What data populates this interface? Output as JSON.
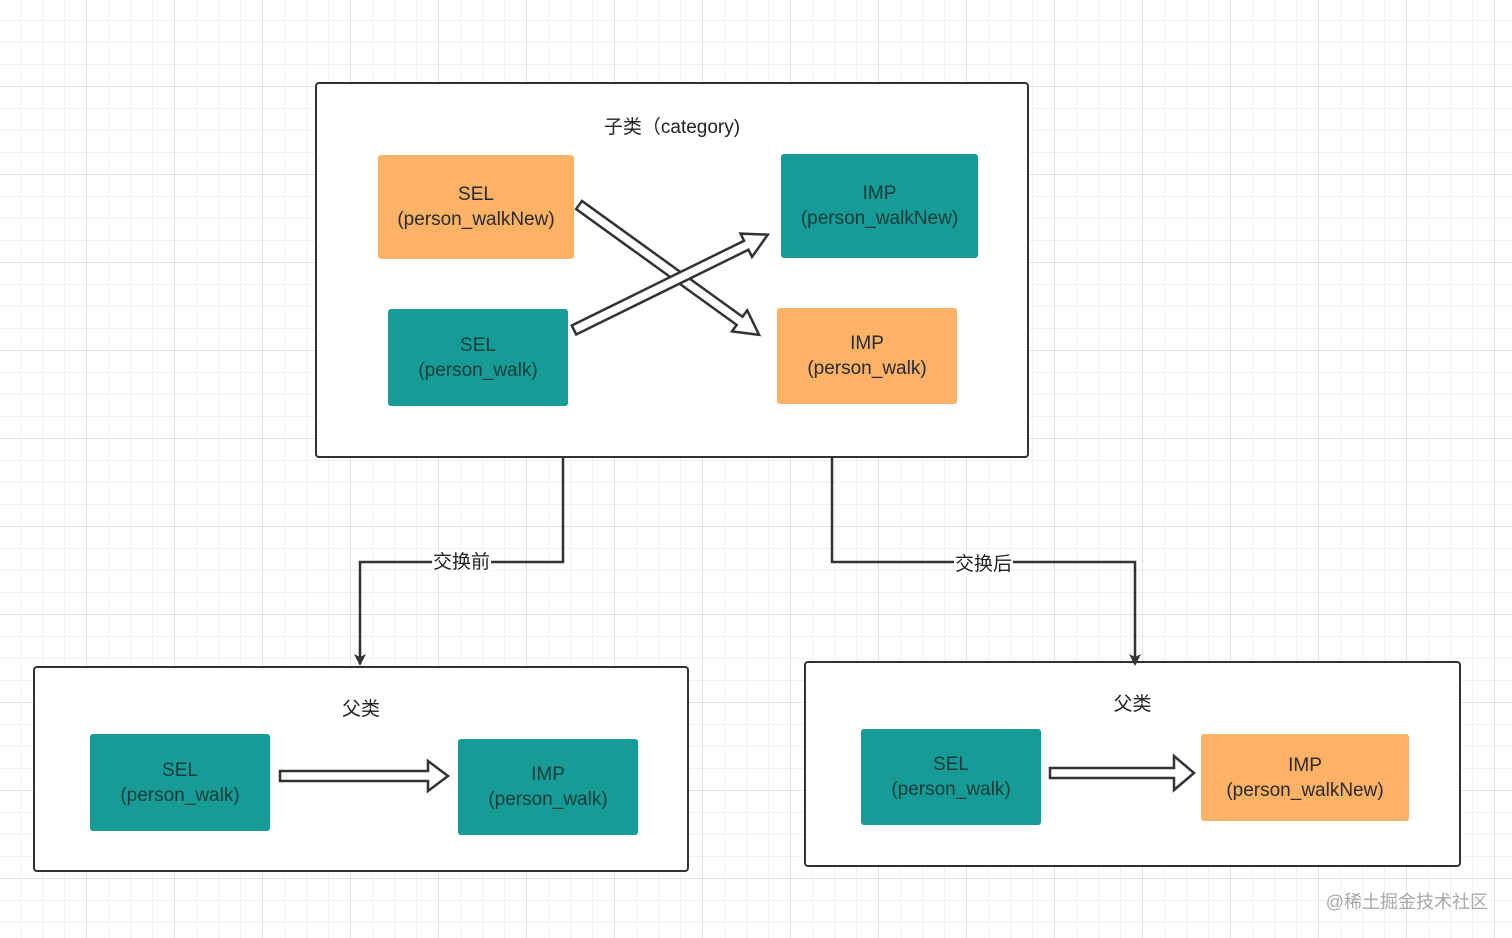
{
  "category": {
    "title": "子类（category)",
    "sel_top": {
      "line1": "SEL",
      "line2": "(person_walkNew)"
    },
    "imp_top": {
      "line1": "IMP",
      "line2": "(person_walkNew)"
    },
    "sel_bottom": {
      "line1": "SEL",
      "line2": "(person_walk)"
    },
    "imp_bottom": {
      "line1": "IMP",
      "line2": "(person_walk)"
    }
  },
  "edges": {
    "before_label": "交换前",
    "after_label": "交换后"
  },
  "parent_before": {
    "title": "父类",
    "sel": {
      "line1": "SEL",
      "line2": "(person_walk)"
    },
    "imp": {
      "line1": "IMP",
      "line2": "(person_walk)"
    }
  },
  "parent_after": {
    "title": "父类",
    "sel": {
      "line1": "SEL",
      "line2": "(person_walk)"
    },
    "imp": {
      "line1": "IMP",
      "line2": "(person_walkNew)"
    }
  },
  "watermark": "@稀土掘金技术社区",
  "colors": {
    "teal": "#169b96",
    "orange": "#fdb266",
    "border": "#333333"
  }
}
